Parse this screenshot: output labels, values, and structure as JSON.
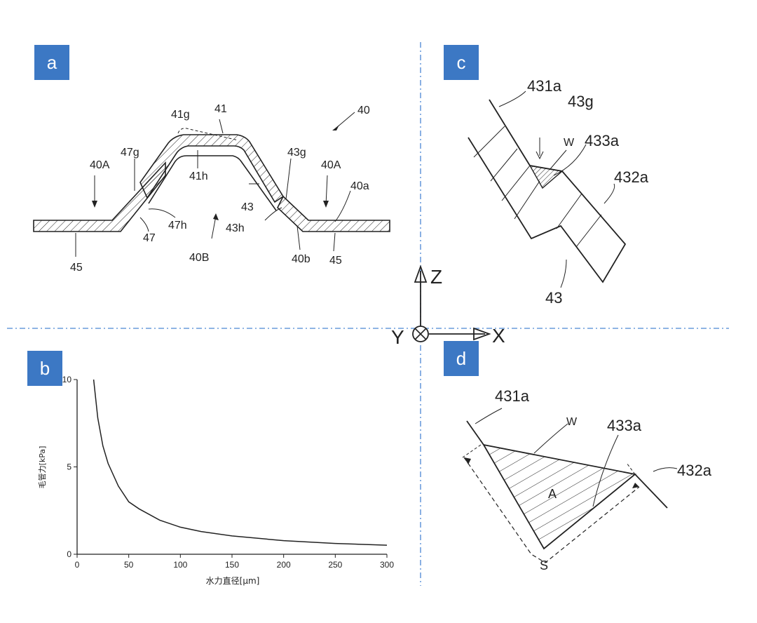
{
  "panels": {
    "a": {
      "badge": "a",
      "labels": {
        "l40": "40",
        "l41": "41",
        "l41g": "41g",
        "l41h": "41h",
        "l43": "43",
        "l43g": "43g",
        "l43h": "43h",
        "l47": "47",
        "l47g": "47g",
        "l47h": "47h",
        "l40A_left": "40A",
        "l40A_right": "40A",
        "l40a": "40a",
        "l40b": "40b",
        "l40B": "40B",
        "l45_left": "45",
        "l45_right": "45"
      }
    },
    "b": {
      "badge": "b"
    },
    "c": {
      "badge": "c",
      "labels": {
        "l431a": "431a",
        "l43g": "43g",
        "lW": "W",
        "l433a": "433a",
        "l432a": "432a",
        "l43": "43"
      }
    },
    "d": {
      "badge": "d",
      "labels": {
        "l431a": "431a",
        "lW": "W",
        "l433a": "433a",
        "l432a": "432a",
        "lA": "A",
        "lS": "S"
      }
    }
  },
  "axes": {
    "z": "Z",
    "x": "X",
    "y": "Y"
  },
  "chart_data": {
    "type": "line",
    "xlabel": "水力直径[μm]",
    "ylabel": "毛管力[kPa]",
    "xlim": [
      0,
      300
    ],
    "ylim": [
      0,
      10
    ],
    "xticks": [
      "0",
      "50",
      "100",
      "150",
      "200",
      "250",
      "300"
    ],
    "yticks": [
      "0",
      "5",
      "10"
    ],
    "series": [
      {
        "x": [
          16,
          20,
          25,
          30,
          40,
          50,
          60,
          80,
          100,
          120,
          150,
          200,
          250,
          300
        ],
        "y": [
          10.0,
          7.8,
          6.2,
          5.2,
          3.9,
          3.0,
          2.6,
          1.95,
          1.55,
          1.3,
          1.05,
          0.78,
          0.62,
          0.52
        ]
      }
    ]
  }
}
